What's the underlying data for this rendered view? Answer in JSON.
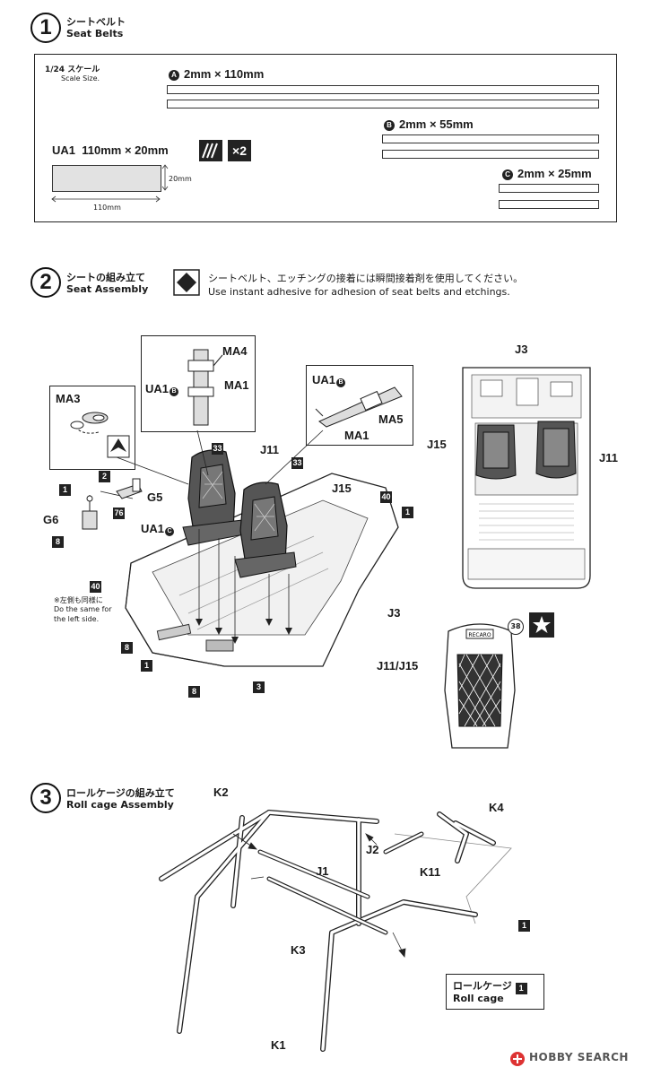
{
  "step1": {
    "number": "1",
    "title_jp": "シートベルト",
    "title_en": "Seat Belts",
    "scale_jp": "1/24 スケール",
    "scale_en": "Scale Size.",
    "belt_a_letter": "A",
    "belt_a": "2mm × 110mm",
    "belt_b_letter": "B",
    "belt_b": "2mm × 55mm",
    "belt_c_letter": "C",
    "belt_c": "2mm × 25mm",
    "ua1_label": "UA1",
    "ua1_size": "110mm × 20mm",
    "ua1_width": "110mm",
    "ua1_height": "20mm",
    "multiplier": "×2"
  },
  "step2": {
    "number": "2",
    "title_jp": "シートの組み立て",
    "title_en": "Seat Assembly",
    "note_jp": "シートベルト、エッチングの接着には瞬間接着剤を使用してください。",
    "note_en": "Use instant adhesive for adhesion of seat belts and etchings.",
    "parts": {
      "ma4": "MA4",
      "ma1_top": "MA1",
      "ua1b_left": "UA1",
      "ua1b_left_letter": "B",
      "ma3": "MA3",
      "ua1b_right": "UA1",
      "ua1b_right_letter": "B",
      "ma5": "MA5",
      "ma1_right": "MA1",
      "j11_main": "J11",
      "j15_main": "J15",
      "g5": "G5",
      "g6": "G6",
      "ua1c": "UA1",
      "ua1c_letter": "C",
      "j3_main": "J3",
      "j3_top": "J3",
      "j15_top": "J15",
      "j11_top": "J11",
      "j11_j15": "J11/J15"
    },
    "tags": {
      "t1a": "1",
      "t2": "2",
      "t76": "76",
      "t8a": "8",
      "t33a": "33",
      "t33b": "33",
      "t40a": "40",
      "t1b": "1",
      "t40b": "40",
      "t8b": "8",
      "t1c": "1",
      "t8c": "8",
      "t3": "3",
      "t38": "38"
    },
    "left_side_note_jp": "※左側も同様に",
    "left_side_note_en1": "Do the same for",
    "left_side_note_en2": "the left side.",
    "recaro_text": "RECARO"
  },
  "step3": {
    "number": "3",
    "title_jp": "ロールケージの組み立て",
    "title_en": "Roll cage Assembly",
    "parts": {
      "k2": "K2",
      "k4": "K4",
      "j2": "J2",
      "j1": "J1",
      "k11": "K11",
      "k3": "K3",
      "k1": "K1"
    },
    "tag_1": "1",
    "legend_jp": "ロールケージ",
    "legend_tag": "1",
    "legend_en": "Roll cage"
  },
  "footer": {
    "watermark": "HOBBY SEARCH"
  }
}
